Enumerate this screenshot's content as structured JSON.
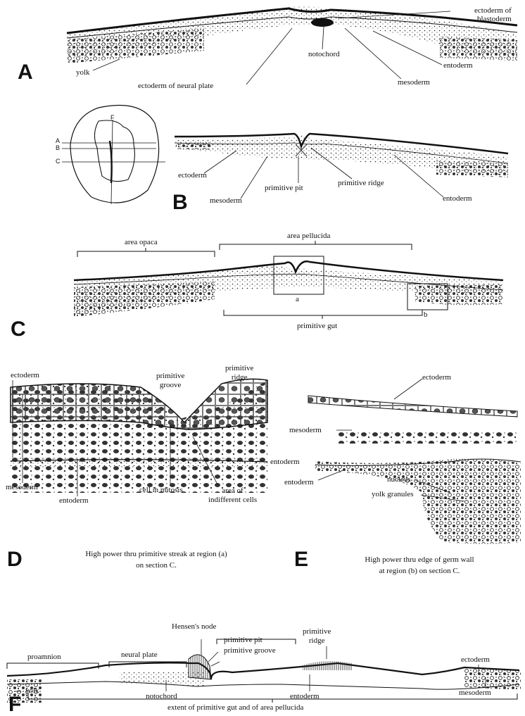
{
  "panels": {
    "A": {
      "letter": "A",
      "labels": {
        "ectoderm_of_blastoderm": "ectoderm of\nblastoderm",
        "notochord": "notochord",
        "entoderm": "entoderm",
        "mesoderm": "mesoderm",
        "yolk": "yolk",
        "ectoderm_of_neural_plate": "ectoderm of neural plate"
      }
    },
    "B": {
      "letter": "B",
      "labels": {
        "ectoderm": "ectoderm",
        "mesoderm": "mesoderm",
        "primitive_pit": "primitive pit",
        "primitive_ridge": "primitive ridge",
        "entoderm": "entoderm"
      },
      "inset": {
        "marks": [
          "A",
          "B",
          "C",
          "F"
        ]
      }
    },
    "C": {
      "letter": "C",
      "labels": {
        "area_opaca": "area opaca",
        "area_pellucida": "area pellucida",
        "box_a": "a",
        "box_b": "b",
        "primitive_gut": "primitive gut"
      }
    },
    "D": {
      "letter": "D",
      "labels": {
        "ectoderm": "ectoderm",
        "primitive_groove": "primitive\ngroove",
        "primitive_ridge": "primitive\nridge",
        "mesoderm": "mesoderm",
        "entoderm_right": "entoderm",
        "entoderm_bottom": "entoderm",
        "cell_in_mitosis": "cell in mitosis",
        "area_of_indifferent_cells": "area of\nindifferent cells"
      },
      "caption": "High power thru primitive streak at region (a)\non section C."
    },
    "E": {
      "letter": "E",
      "labels": {
        "ectoderm": "ectoderm",
        "mesoderm": "mesoderm",
        "entoderm": "entoderm",
        "nucleus": "nucleus",
        "yolk_granules": "yolk granules"
      },
      "caption": "High power thru edge of germ wall\nat region (b) on section C."
    },
    "F": {
      "letter": "F",
      "labels": {
        "hensens_node": "Hensen's node",
        "primitive_ridge": "primitive\nridge",
        "primitive_pit": "primitive pit",
        "primitive_groove": "primitive groove",
        "proamnion": "proamnion",
        "neural_plate": "neural plate",
        "ectoderm": "ectoderm",
        "yolk": "yolk",
        "notochord": "notochord",
        "entoderm": "entoderm",
        "mesoderm": "mesoderm",
        "extent": "extent of primitive gut and of area pellucida"
      }
    }
  }
}
